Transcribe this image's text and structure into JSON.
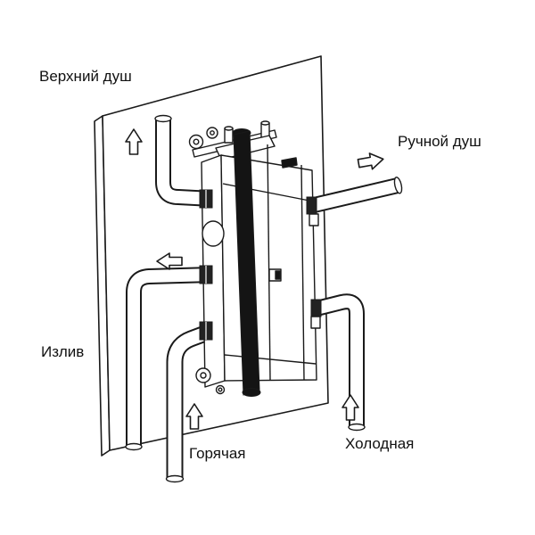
{
  "diagram": {
    "type": "plumbing-installation-diagram",
    "labels": {
      "top_shower": "Верхний душ",
      "hand_shower": "Ручной душ",
      "spout": "Излив",
      "hot": "Горячая",
      "cold": "Холодная"
    },
    "flow_arrows": [
      {
        "name": "flow-arrow-top-shower",
        "direction": "up"
      },
      {
        "name": "flow-arrow-hand-shower",
        "direction": "right"
      },
      {
        "name": "flow-arrow-spout",
        "direction": "left"
      },
      {
        "name": "flow-arrow-hot",
        "direction": "up"
      },
      {
        "name": "flow-arrow-cold",
        "direction": "up"
      }
    ],
    "colors": {
      "line": "#1a1a1a",
      "background": "#ffffff",
      "strap": "#141414"
    }
  }
}
